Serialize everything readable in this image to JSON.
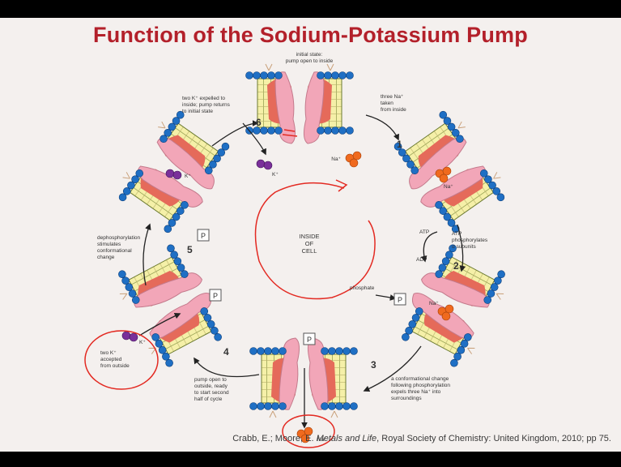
{
  "slide": {
    "title": "Function of the Sodium-Potassium Pump",
    "citation": {
      "authors": "Crabb, E.; Moore, E.",
      "book": "Metals and Life",
      "rest": ", Royal Society of Chemistry: United Kingdom, 2010; pp 75."
    }
  },
  "diagram": {
    "center_label": [
      "INSIDE",
      "OF",
      "CELL"
    ],
    "top_state": [
      "initial state:",
      "pump open to inside"
    ],
    "step1_label": [
      "three Na⁺",
      "taken",
      "from inside"
    ],
    "step2_label": [
      "ATP",
      "phosphorylates",
      "α subunits"
    ],
    "step3_label": [
      "a conformational change",
      "following phosphorylation",
      "expels three Na⁺ into",
      "surroundings"
    ],
    "step4_label": [
      "pump open to",
      "outside, ready",
      "to start second",
      "half of cycle"
    ],
    "step5_label": [
      "dephosphorylation",
      "stimulates",
      "conformational",
      "change"
    ],
    "step6_label": [
      "two K⁺ expelled to",
      "inside; pump returns",
      "to initial state"
    ],
    "k_accepted_label": [
      "two K⁺",
      "accepted",
      "from outside"
    ],
    "step_numbers": [
      "1",
      "2",
      "3",
      "4",
      "5",
      "6"
    ],
    "atp": "ATP",
    "adp": "ADP",
    "phosphate": "phosphate",
    "p_symbol": "P",
    "na_ion": "Na⁺",
    "k_ion": "K⁺"
  }
}
